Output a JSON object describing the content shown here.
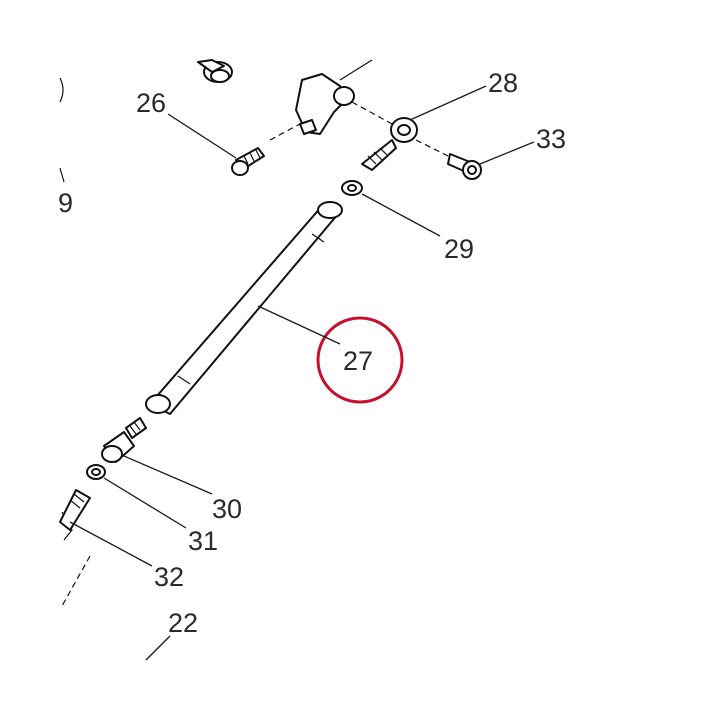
{
  "diagram": {
    "highlight_color": "#c8102e",
    "line_color": "#111111",
    "callouts": {
      "c9": "9",
      "c22": "22",
      "c26": "26",
      "c27": "27",
      "c28": "28",
      "c29": "29",
      "c30": "30",
      "c31": "31",
      "c32": "32",
      "c33": "33"
    }
  }
}
